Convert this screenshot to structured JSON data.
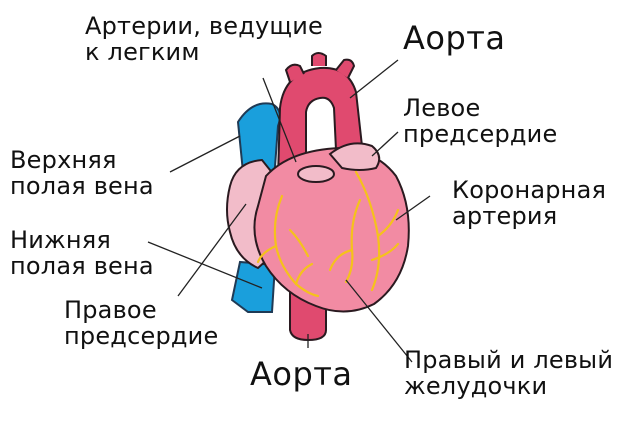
{
  "colors": {
    "vein": "#1a9fdc",
    "vein_outline": "#1f3a55",
    "aorta": "#e04a6f",
    "heart": "#f28ba3",
    "atrium": "#f2bcc9",
    "coronary": "#f5c21b",
    "outline": "#2a1a20",
    "leader": "#222222"
  },
  "labels": {
    "arteries_to_lungs": [
      "Артерии, ведущие",
      "к легким"
    ],
    "aorta_top": "Аорта",
    "left_atrium": [
      "Левое",
      "предсердие"
    ],
    "superior_vena_cava": [
      "Верхняя",
      "полая вена"
    ],
    "coronary_artery": [
      "Коронарная",
      "артерия"
    ],
    "inferior_vena_cava": [
      "Нижняя",
      "полая вена"
    ],
    "right_atrium": [
      "Правое",
      "предсердие"
    ],
    "aorta_bottom": "Аорта",
    "ventricles": [
      "Правый и левый",
      "желудочки"
    ]
  }
}
